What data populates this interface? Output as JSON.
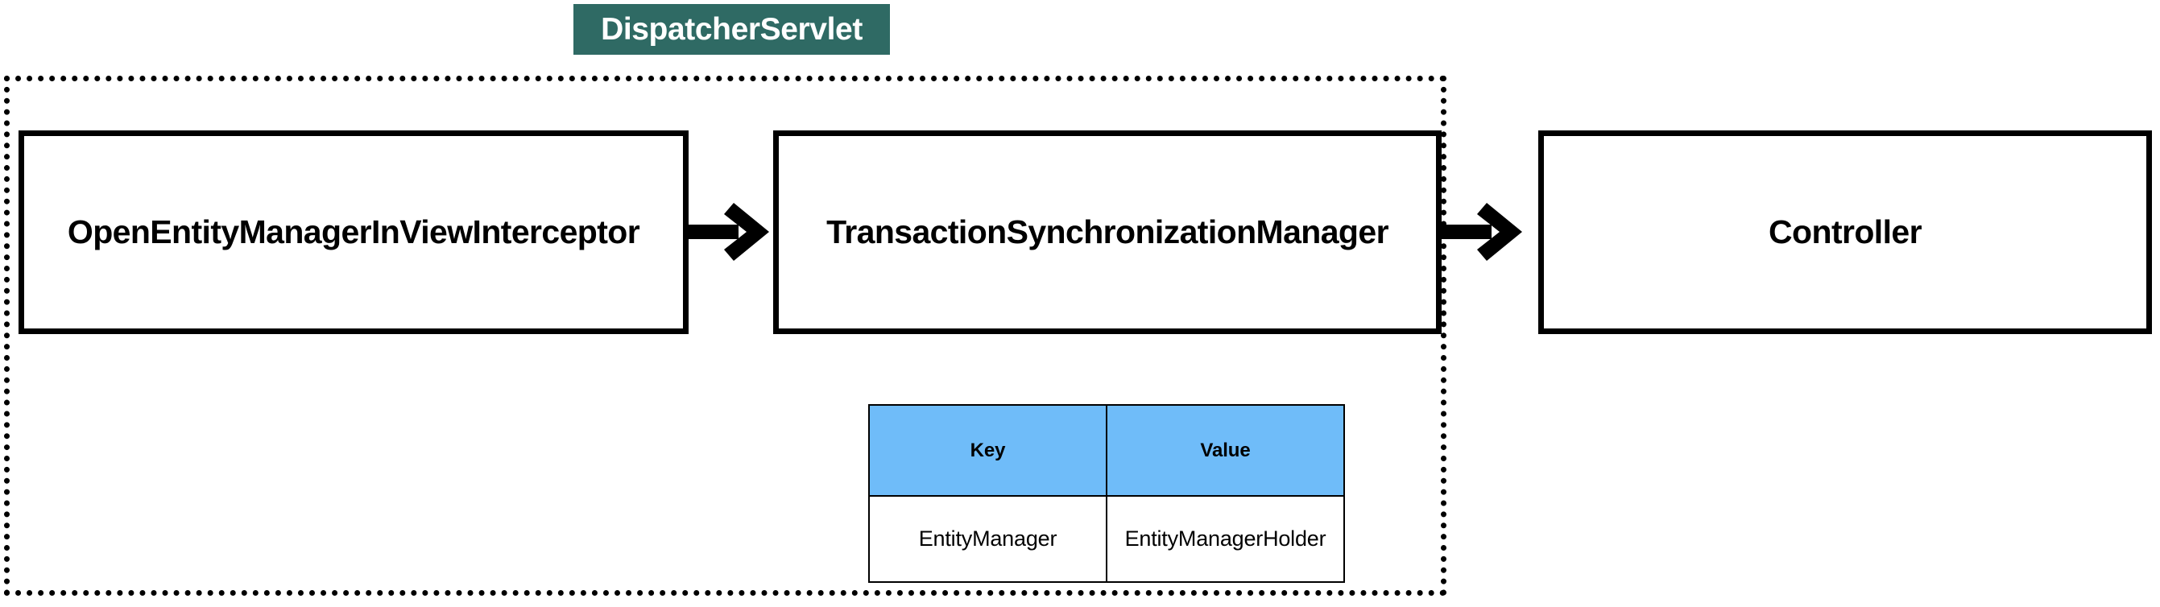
{
  "diagram": {
    "title_badge": {
      "label": "DispatcherServlet",
      "background_color": "#2f6a64",
      "text_color": "#ffffff"
    },
    "container": {
      "name": "dispatcher-servlet-scope",
      "border_style": "dotted",
      "border_color": "#000000"
    },
    "nodes": [
      {
        "id": "interceptor",
        "label": "OpenEntityManagerInViewInterceptor"
      },
      {
        "id": "tsm",
        "label": "TransactionSynchronizationManager"
      },
      {
        "id": "controller",
        "label": "Controller"
      }
    ],
    "arrows": [
      {
        "id": "arrow-1",
        "from": "interceptor",
        "to": "tsm",
        "direction": "right"
      },
      {
        "id": "arrow-2",
        "from": "tsm",
        "to": "controller",
        "direction": "right"
      }
    ],
    "table": {
      "name": "resource-map",
      "header_color": "#6fbcf9",
      "columns": [
        "Key",
        "Value"
      ],
      "rows": [
        {
          "key": "EntityManager",
          "value": "EntityManagerHolder"
        }
      ]
    }
  }
}
